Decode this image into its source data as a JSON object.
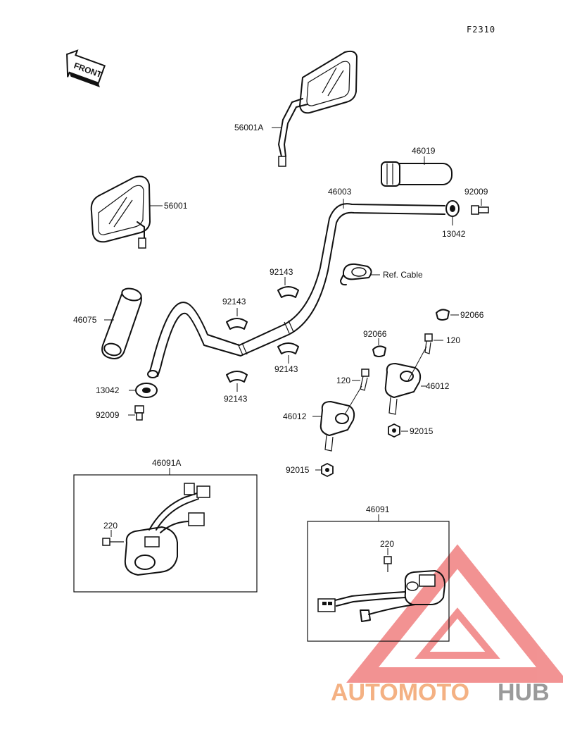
{
  "figure_code": "F2310",
  "front_label": "FRONT",
  "callouts": {
    "mirror_right": "56001A",
    "mirror_left": "56001",
    "grip_right": "46019",
    "handlebar": "46003",
    "plug_right": "92009",
    "weight_right": "13042",
    "ref_cable": "Ref. Cable",
    "damper_top": "92143",
    "damper_left": "92143",
    "damper_bottom_left": "92143",
    "damper_bottom_right": "92143",
    "grip_left": "46075",
    "cap_right": "92066",
    "cap_mid": "92066",
    "bolt_right": "120",
    "bolt_mid": "120",
    "holder_right": "46012",
    "holder_mid": "46012",
    "nut_right": "92015",
    "nut_mid": "92015",
    "weight_left": "13042",
    "plug_left": "92009",
    "switch_left_box": "46091A",
    "screw_left": "220",
    "switch_right_box": "46091",
    "screw_right": "220"
  },
  "watermark": {
    "part_a": "AUTOMOTO",
    "part_b": "HUB",
    "color_a": "#f4b183",
    "color_b": "#9a9a9a",
    "triangle_color": "#f08080"
  }
}
